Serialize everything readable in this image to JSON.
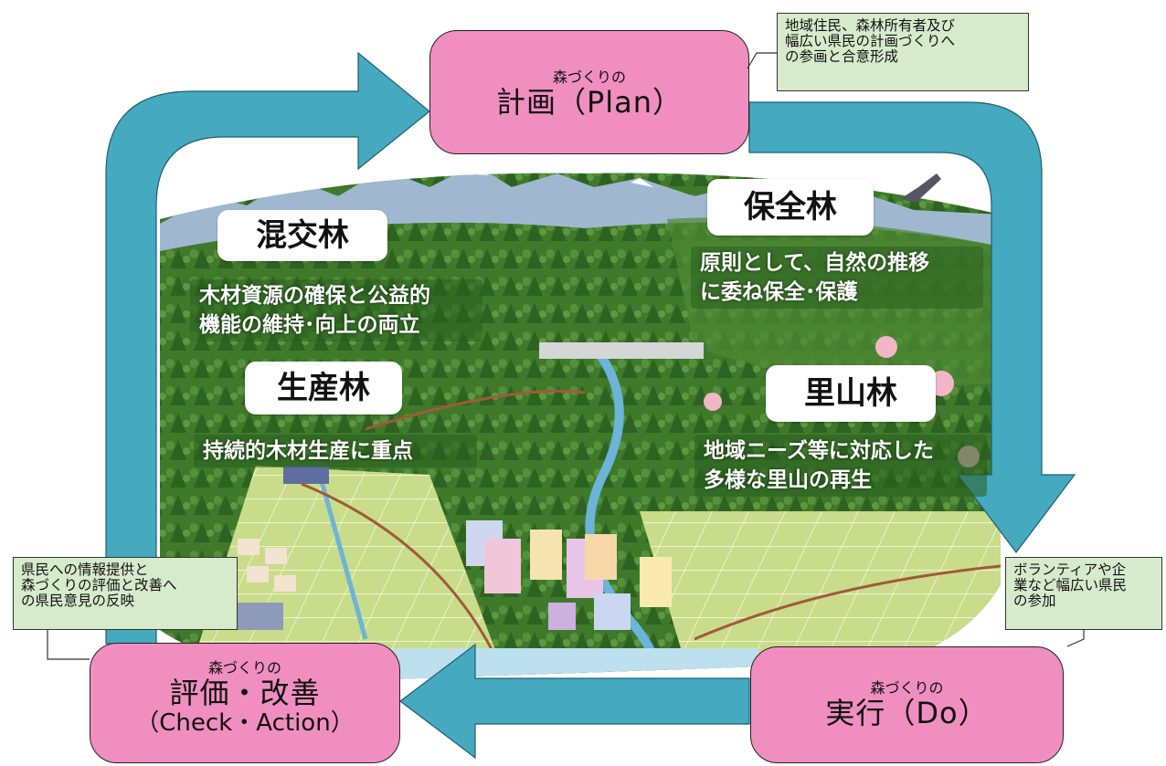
{
  "plan_box": {
    "small": "森づくりの",
    "main": "計画（Plan）"
  },
  "do_box": {
    "small": "森づくりの",
    "main": "実行（Do）"
  },
  "check_box": {
    "small": "森づくりの",
    "main": "評価・改善",
    "sub": "（Check・Action）"
  },
  "notes": {
    "plan": [
      "地域住民、森林所有者及び",
      "幅広い県民の計画づくりへ",
      "の参画と合意形成"
    ],
    "do": [
      "ボランティアや企",
      "業など幅広い県民",
      "の参加"
    ],
    "check": [
      "県民への情報提供と",
      "森づくりの評価と改善へ",
      "の県民意見の反映"
    ]
  },
  "forests": {
    "mixed": {
      "label": "混交林",
      "desc": [
        "木材資源の確保と公益的",
        "機能の維持･向上の両立"
      ]
    },
    "protection": {
      "label": "保全林",
      "desc": [
        "原則として、自然の推移",
        "に委ね保全･保護"
      ]
    },
    "production": {
      "label": "生産林",
      "desc": [
        "持続的木材生産に重点"
      ]
    },
    "satoyama": {
      "label": "里山林",
      "desc": [
        "地域ニーズ等に対応した",
        "多様な里山の再生"
      ]
    }
  },
  "colors": {
    "arrow": "#45a9c0",
    "pdca_box": "#f08fbf",
    "note_bg": "#d6ebcb",
    "forest": "#3e7a2c"
  }
}
